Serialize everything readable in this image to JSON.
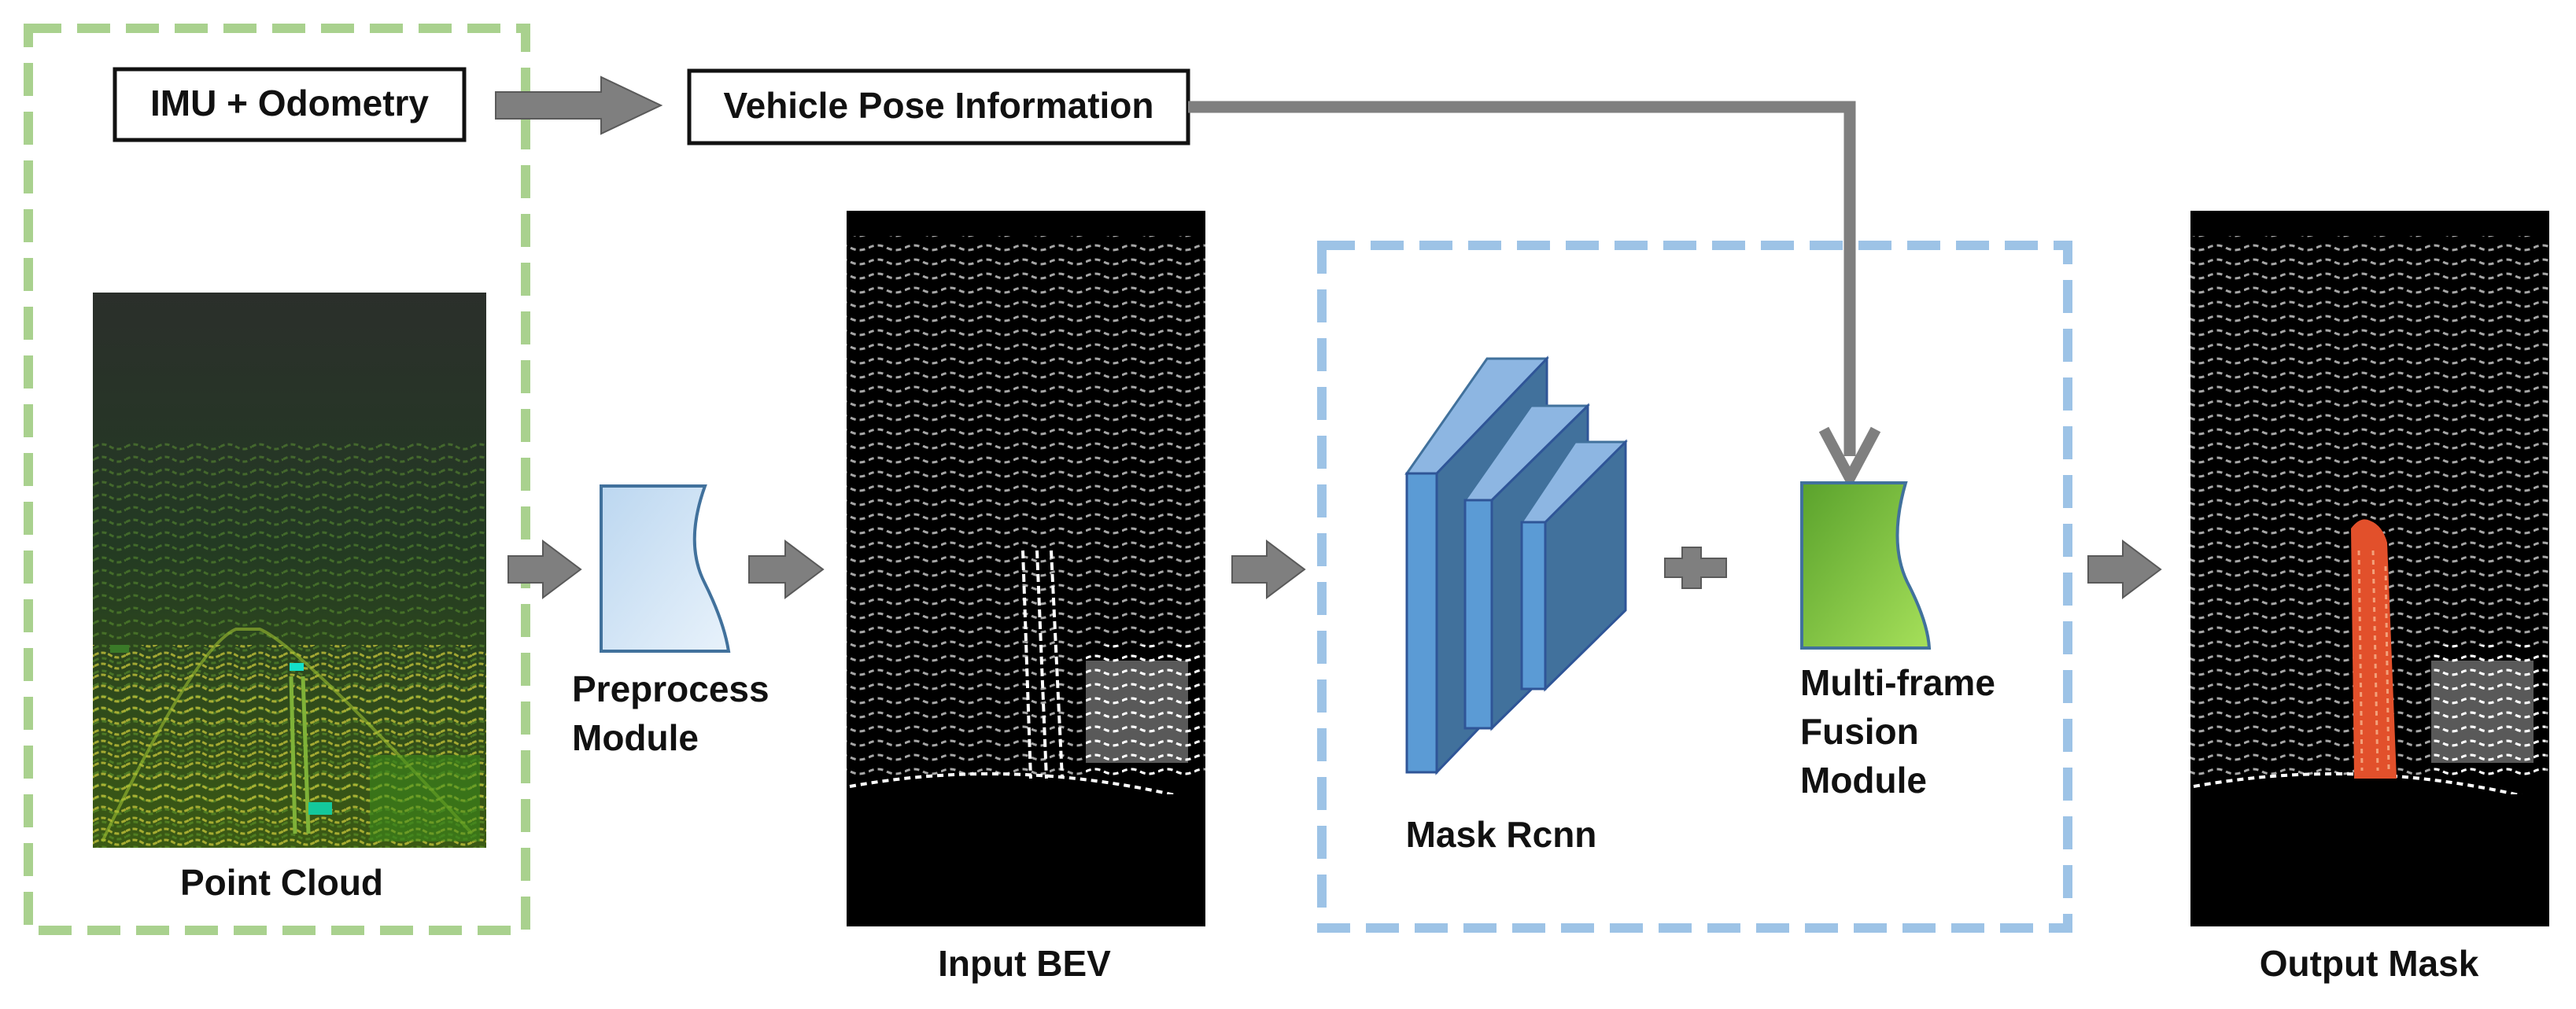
{
  "labels": {
    "imu": "IMU + Odometry",
    "pose": "Vehicle Pose Information",
    "point_cloud": "Point Cloud",
    "preprocess_line1": "Preprocess",
    "preprocess_line2": "Module",
    "input_bev": "Input BEV",
    "mask_rcnn": "Mask Rcnn",
    "fusion_line1": "Multi-frame",
    "fusion_line2": "Fusion",
    "fusion_line3": "Module",
    "output_mask": "Output Mask"
  },
  "colors": {
    "sensor_group_border": "#a9d18e",
    "network_group_border": "#9dc3e6",
    "arrow": "#7f7f7f",
    "cnn_front": "#5b9bd5",
    "cnn_side": "#41719c",
    "fusion_fill": "#92d050",
    "mask_highlight": "#e2502b"
  }
}
